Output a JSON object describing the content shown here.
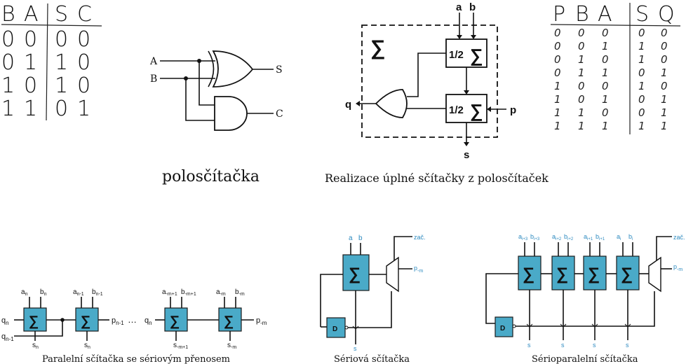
{
  "half_adder_table": {
    "headers": [
      "B",
      "A",
      "S",
      "C"
    ],
    "rows": [
      [
        "0",
        "0",
        "0",
        "0"
      ],
      [
        "0",
        "1",
        "1",
        "0"
      ],
      [
        "1",
        "0",
        "1",
        "0"
      ],
      [
        "1",
        "1",
        "0",
        "1"
      ]
    ]
  },
  "half_adder_circuit": {
    "input_a": "A",
    "input_b": "B",
    "output_s": "S",
    "output_c": "C",
    "caption": "polosčítačka"
  },
  "full_adder": {
    "sigma": "∑",
    "input_a": "a",
    "input_b": "b",
    "input_p": "p",
    "output_q": "q",
    "output_s": "s",
    "half_label": "1/2",
    "caption": "Realizace úplné sčítačky z polosčítaček"
  },
  "full_adder_table": {
    "headers": [
      "P",
      "B",
      "A",
      "S",
      "Q"
    ],
    "rows": [
      [
        "0",
        "0",
        "0",
        "0",
        "0"
      ],
      [
        "0",
        "0",
        "1",
        "1",
        "0"
      ],
      [
        "0",
        "1",
        "0",
        "1",
        "0"
      ],
      [
        "0",
        "1",
        "1",
        "0",
        "1"
      ],
      [
        "1",
        "0",
        "0",
        "1",
        "0"
      ],
      [
        "1",
        "0",
        "1",
        "0",
        "1"
      ],
      [
        "1",
        "1",
        "0",
        "0",
        "1"
      ],
      [
        "1",
        "1",
        "1",
        "1",
        "1"
      ]
    ]
  },
  "parallel_adder": {
    "caption": "Paralelní sčítačka se sériovým přenosem",
    "ellipsis": "…",
    "sigma": "∑",
    "cells": [
      {
        "a": "a",
        "a_sub": "n",
        "b": "b",
        "b_sub": "n",
        "s": "s",
        "s_sub": "n"
      },
      {
        "a": "a",
        "a_sub": "n-1",
        "b": "b",
        "b_sub": "n-1",
        "s": "s",
        "s_sub": "n"
      },
      {
        "a": "a",
        "a_sub": "-m+1",
        "b": "b",
        "b_sub": "-m+1",
        "s": "s",
        "s_sub": "-m+1"
      },
      {
        "a": "a",
        "a_sub": "-m",
        "b": "b",
        "b_sub": "-m",
        "s": "s",
        "s_sub": "-m"
      }
    ],
    "left_q": "q",
    "left_q_sub": "n",
    "left_q2": "q",
    "left_q2_sub": "n-1",
    "mid_p": "p",
    "mid_p_sub": "n-1",
    "mid_q": "q",
    "mid_q_sub": "n",
    "right_p": "p",
    "right_p_sub": "-m"
  },
  "serial_adder": {
    "caption": "Sériová sčítačka",
    "sigma": "∑",
    "a": "a",
    "b": "b",
    "start": "zač.",
    "p": "p",
    "p_sub": "-m",
    "flipflop": "D",
    "s": "s"
  },
  "serial_parallel_adder": {
    "caption": "Sérioparalelní sčítačka",
    "sigma": "∑",
    "cells": [
      {
        "a": "a",
        "a_sub": "i+3",
        "b": "b",
        "b_sub": "i+3"
      },
      {
        "a": "a",
        "a_sub": "i+2",
        "b": "b",
        "b_sub": "i+2"
      },
      {
        "a": "a",
        "a_sub": "i+1",
        "b": "b",
        "b_sub": "i+1"
      },
      {
        "a": "a",
        "a_sub": "i",
        "b": "b",
        "b_sub": "i"
      }
    ],
    "start": "zač.",
    "p": "p",
    "p_sub": "-m",
    "flipflop": "D",
    "s": "s"
  }
}
